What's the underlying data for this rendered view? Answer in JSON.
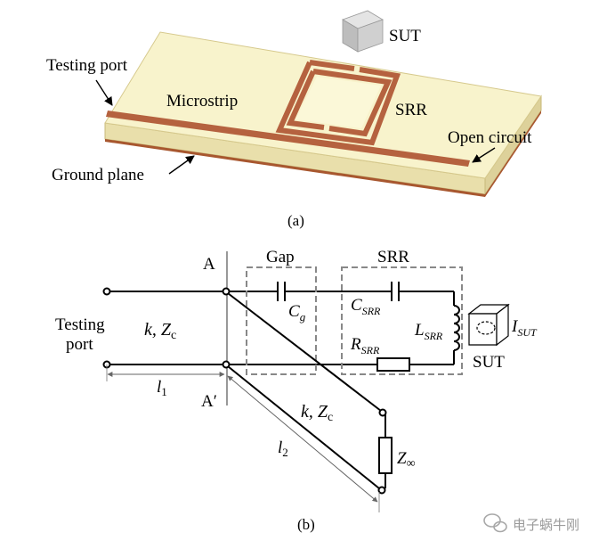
{
  "figure_a": {
    "sut_label": "SUT",
    "testing_port_label": "Testing port",
    "microstrip_label": "Microstrip",
    "srr_label": "SRR",
    "open_circuit_label": "Open circuit",
    "ground_plane_label": "Ground plane",
    "caption": "(a)"
  },
  "figure_b": {
    "node_a": "A",
    "node_a_prime": "A′",
    "gap_label": "Gap",
    "srr_label": "SRR",
    "testing_port_line1": "Testing",
    "testing_port_line2": "port",
    "line1_params": "k, Z",
    "line1_params_sub": "c",
    "l1_label": "l",
    "l1_sub": "1",
    "l2_label": "l",
    "l2_sub": "2",
    "cg_label": "C",
    "cg_sub": "g",
    "csrr_label": "C",
    "csrr_sub": "SRR",
    "lsrr_label": "L",
    "lsrr_sub": "SRR",
    "rsrr_label": "R",
    "rsrr_sub": "SRR",
    "isut_label": "I",
    "isut_sub": "SUT",
    "sut_label": "SUT",
    "line2_params": "k, Z",
    "line2_params_sub": "c",
    "zinf_label": "Z",
    "zinf_sub": "∞",
    "caption": "(b)"
  },
  "watermark": "电子蜗牛刚",
  "colors": {
    "substrate_top": "#f7f2c8",
    "substrate_side": "#e6dca8",
    "copper": "#b5623f",
    "sut_box": "#c9c9c9",
    "dashed": "#888888"
  }
}
